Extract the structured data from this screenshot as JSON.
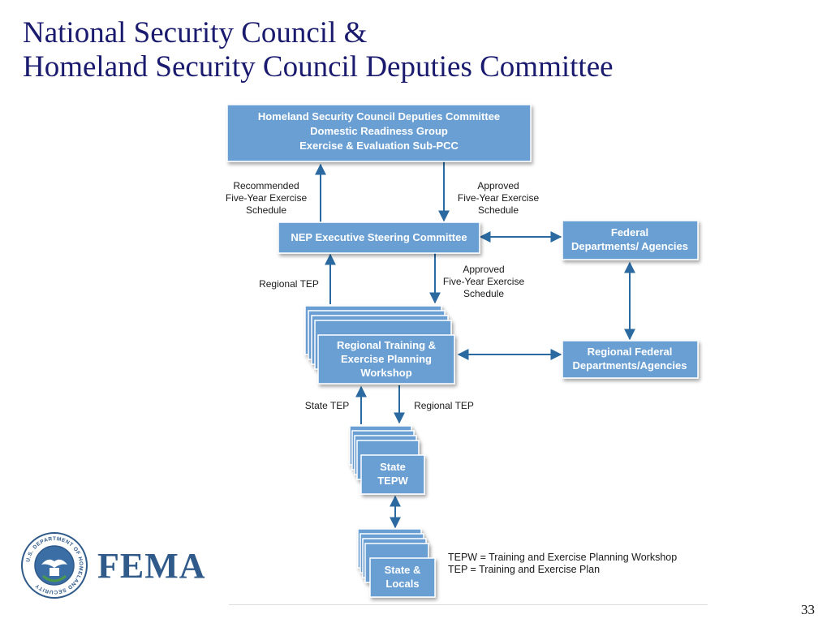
{
  "title": {
    "line1": "National Security Council &",
    "line2": "Homeland Security Council Deputies Committee"
  },
  "boxes": {
    "hsc": [
      "Homeland Security Council Deputies Committee",
      "Domestic Readiness Group",
      "Exercise & Evaluation Sub-PCC"
    ],
    "nep": [
      "NEP Executive Steering Committee"
    ],
    "federal": [
      "Federal",
      "Departments/ Agencies"
    ],
    "regional_workshop": [
      "Regional Training &",
      "Exercise Planning",
      "Workshop"
    ],
    "regional_federal": [
      "Regional Federal",
      "Departments/Agencies"
    ],
    "state": [
      "State",
      "TEPW"
    ],
    "state_locals": [
      "State &",
      "Locals"
    ]
  },
  "labels": {
    "recommended": [
      "Recommended",
      "Five-Year Exercise",
      "Schedule"
    ],
    "approved_top": [
      "Approved",
      "Five-Year Exercise",
      "Schedule"
    ],
    "regional_tep_left": [
      "Regional TEP"
    ],
    "approved_mid": [
      "Approved",
      "Five-Year Exercise",
      "Schedule"
    ],
    "state_tep": [
      "State TEP"
    ],
    "regional_tep_right": [
      "Regional TEP"
    ]
  },
  "legend": {
    "line1": "TEPW = Training and Exercise Planning Workshop",
    "line2": "TEP = Training and Exercise Plan"
  },
  "logo": {
    "wordmark": "FEMA",
    "seal_text": "U.S. DEPARTMENT OF HOMELAND SECURITY"
  },
  "page_number": "33",
  "colors": {
    "title": "#1a1a6e",
    "box_fill": "#6b9fd4",
    "arrow": "#2a6aa0",
    "fema_blue": "#2f5a8a"
  }
}
